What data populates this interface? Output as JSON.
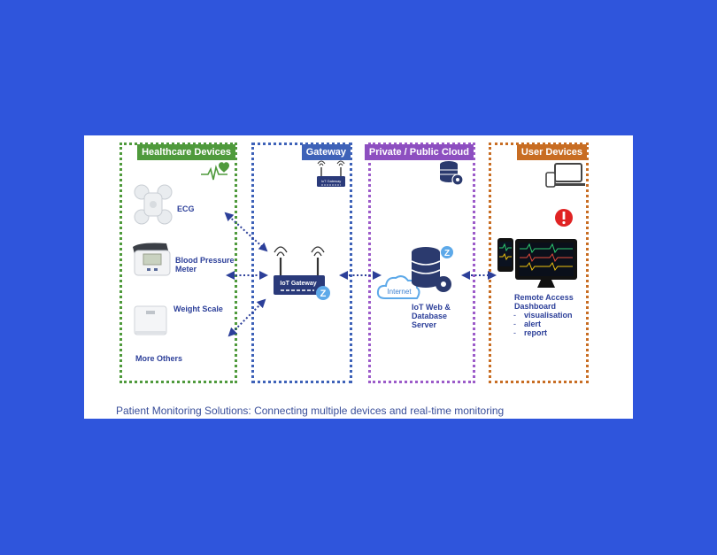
{
  "columns": {
    "healthcare": "Healthcare Devices",
    "gateway": "Gateway",
    "cloud": "Private / Public Cloud",
    "user": "User Devices"
  },
  "healthcare_items": {
    "ecg": "ECG",
    "bp_line1": "Blood Pressure",
    "bp_line2": "Meter",
    "scale": "Weight Scale",
    "others": "More Others"
  },
  "gateway": {
    "device_label": "IoT Gateway",
    "small_label": "IoT Gateway"
  },
  "cloud": {
    "internet": "Internet",
    "server_line1": "IoT Web &",
    "server_line2": "Database",
    "server_line3": "Server"
  },
  "user": {
    "dash_line1": "Remote Access",
    "dash_line2": "Dashboard",
    "features": [
      "visualisation",
      "alert",
      "report"
    ]
  },
  "caption": "Patient Monitoring Solutions: Connecting multiple devices and real-time monitoring",
  "colors": {
    "background": "#2f55dc",
    "healthcare": "#4f9a3c",
    "gateway": "#3e62b8",
    "cloud": "#8d4fc0",
    "user": "#c86d23",
    "text": "#2c3f99"
  },
  "icons": [
    "heart-pulse-icon",
    "router-icon",
    "database-gear-icon",
    "devices-icon",
    "alert-icon",
    "cloud-icon",
    "z-logo-icon"
  ]
}
